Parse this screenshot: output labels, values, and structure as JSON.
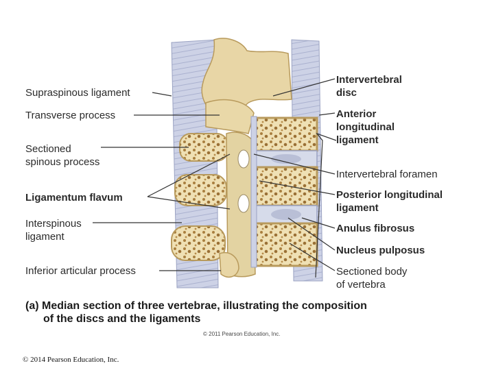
{
  "labels_left": {
    "supraspinous": "Supraspinous ligament",
    "transverse": "Transverse process",
    "sectioned_spinous_1": "Sectioned",
    "sectioned_spinous_2": "spinous process",
    "ligamentum_flavum": "Ligamentum flavum",
    "interspinous_1": "Interspinous",
    "interspinous_2": "ligament",
    "inferior_articular": "Inferior articular process"
  },
  "labels_right": {
    "intervertebral_disc_1": "Intervertebral",
    "intervertebral_disc_2": "disc",
    "anterior_1": "Anterior",
    "anterior_2": "longitudinal",
    "anterior_3": "ligament",
    "foramen": "Intervertebral foramen",
    "posterior_1": "Posterior longitudinal",
    "posterior_2": "ligament",
    "anulus": "Anulus fibrosus",
    "nucleus": "Nucleus pulposus",
    "sectioned_body_1": "Sectioned body",
    "sectioned_body_2": "of vertebra"
  },
  "caption": {
    "line1": "(a) Median section of three vertebrae, illustrating the composition",
    "line2": "of the discs and the ligaments"
  },
  "credit_pearson": "© 2011 Pearson Education, Inc.",
  "footer": "© 2014 Pearson Education, Inc.",
  "colors": {
    "bone": "#e8d6a6",
    "bone_edge": "#b89a5c",
    "ligament": "#c5cbe0",
    "disc": "#d6dbea",
    "spongy": "#a67c3a"
  }
}
